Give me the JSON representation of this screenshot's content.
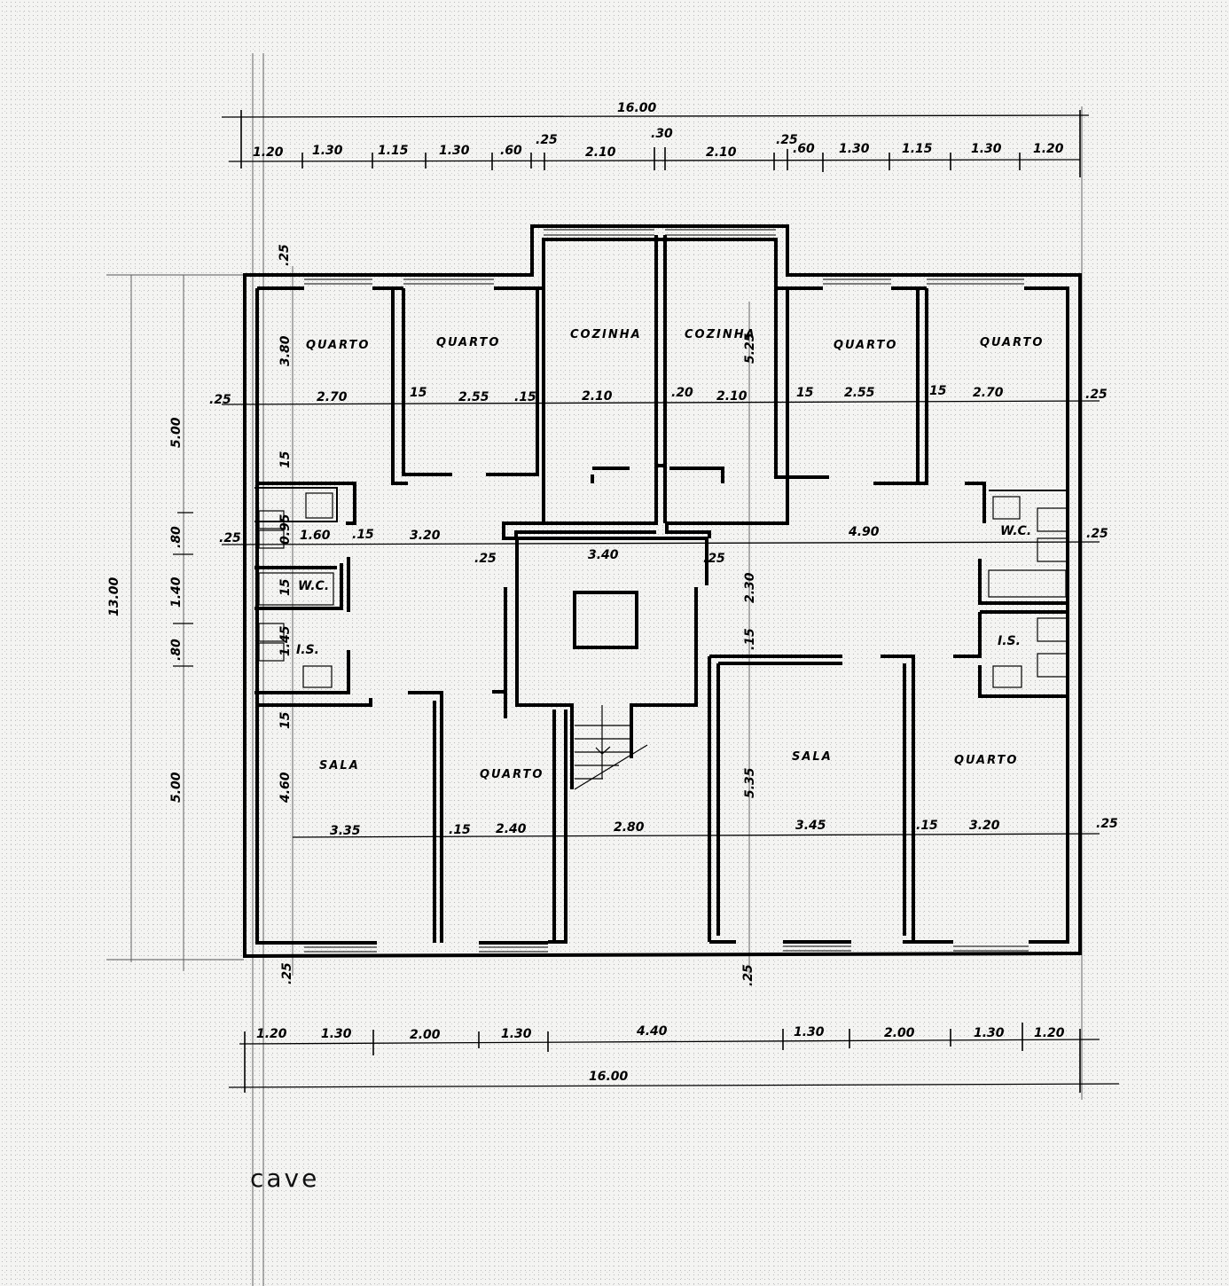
{
  "drawing": {
    "caption": "cave",
    "overall_width": "16.00",
    "overall_depth": "13.00"
  },
  "top_dimensions": {
    "total": "16.00",
    "segments": [
      "1.20",
      "1.30",
      "1.15",
      "1.30",
      ".60",
      ".25",
      "2.10",
      ".30",
      "2.10",
      ".25",
      ".60",
      "1.30",
      "1.15",
      "1.30",
      "1.20"
    ]
  },
  "bottom_dimensions": {
    "total": "16.00",
    "segments": [
      "1.20",
      "1.30",
      "2.00",
      "1.30",
      "4.40",
      "1.30",
      "2.00",
      "1.30",
      "1.20"
    ]
  },
  "left_dimensions": {
    "total": "13.00",
    "segments": [
      "5.00",
      ".80",
      "1.40",
      ".80",
      "5.00"
    ]
  },
  "rooms": [
    {
      "id": "quarto-1",
      "label": "QUARTO",
      "width": "2.70"
    },
    {
      "id": "quarto-2",
      "label": "QUARTO",
      "width": "2.55"
    },
    {
      "id": "cozinha-1",
      "label": "COZINHA",
      "width": "2.10"
    },
    {
      "id": "cozinha-2",
      "label": "COZINHA",
      "width": "2.10"
    },
    {
      "id": "quarto-3",
      "label": "QUARTO",
      "width": "2.55"
    },
    {
      "id": "quarto-4",
      "label": "QUARTO",
      "width": "2.70"
    },
    {
      "id": "wc-left",
      "label": "W.C."
    },
    {
      "id": "is-left",
      "label": "I.S."
    },
    {
      "id": "wc-right",
      "label": "W.C."
    },
    {
      "id": "is-right",
      "label": "I.S."
    },
    {
      "id": "sala-left",
      "label": "SALA",
      "width": "3.35"
    },
    {
      "id": "quarto-5",
      "label": "QUARTO",
      "width": "2.40"
    },
    {
      "id": "sala-right",
      "label": "SALA",
      "width": "3.45"
    },
    {
      "id": "quarto-6",
      "label": "QUARTO",
      "width": "3.20"
    }
  ],
  "interior_dimensions": {
    "upper_row": [
      ".25",
      "2.70",
      "15",
      "2.55",
      ".15",
      "2.10",
      ".20",
      "2.10",
      "15",
      "2.55",
      "15",
      "2.70",
      ".25"
    ],
    "middle_row": [
      ".25",
      "1.60",
      ".15",
      "3.20",
      "3.40",
      "4.90",
      ".25"
    ],
    "lower_row": [
      "3.35",
      ".15",
      "2.40",
      "2.80",
      "3.45",
      ".15",
      "3.20",
      ".25"
    ],
    "stair_hall_width": "3.40",
    "stair_hall_side_left": ".25",
    "stair_hall_side_right": ".25",
    "under_stair_width": "2.80",
    "vertical": {
      "upper_left_height": "3.80",
      "left_wall_15a": "15",
      "left_wall_15b": "15",
      "left_wall_15c": "15",
      "left_wall_15d": "15",
      "left_wc_depth": "0.95",
      "left_is_depth": "1.45",
      "lower_left_height": "4.60",
      "kitchen_height": "5.25",
      "hall_height": "2.30",
      "hall_wall": ".15",
      "lower_right_height": "5.35",
      "top_offset": ".25",
      "bottom_offset_left": ".25",
      "bottom_offset_mid": ".25"
    }
  },
  "colors": {
    "ink": "#000000",
    "paper": "#f4f4f2"
  }
}
